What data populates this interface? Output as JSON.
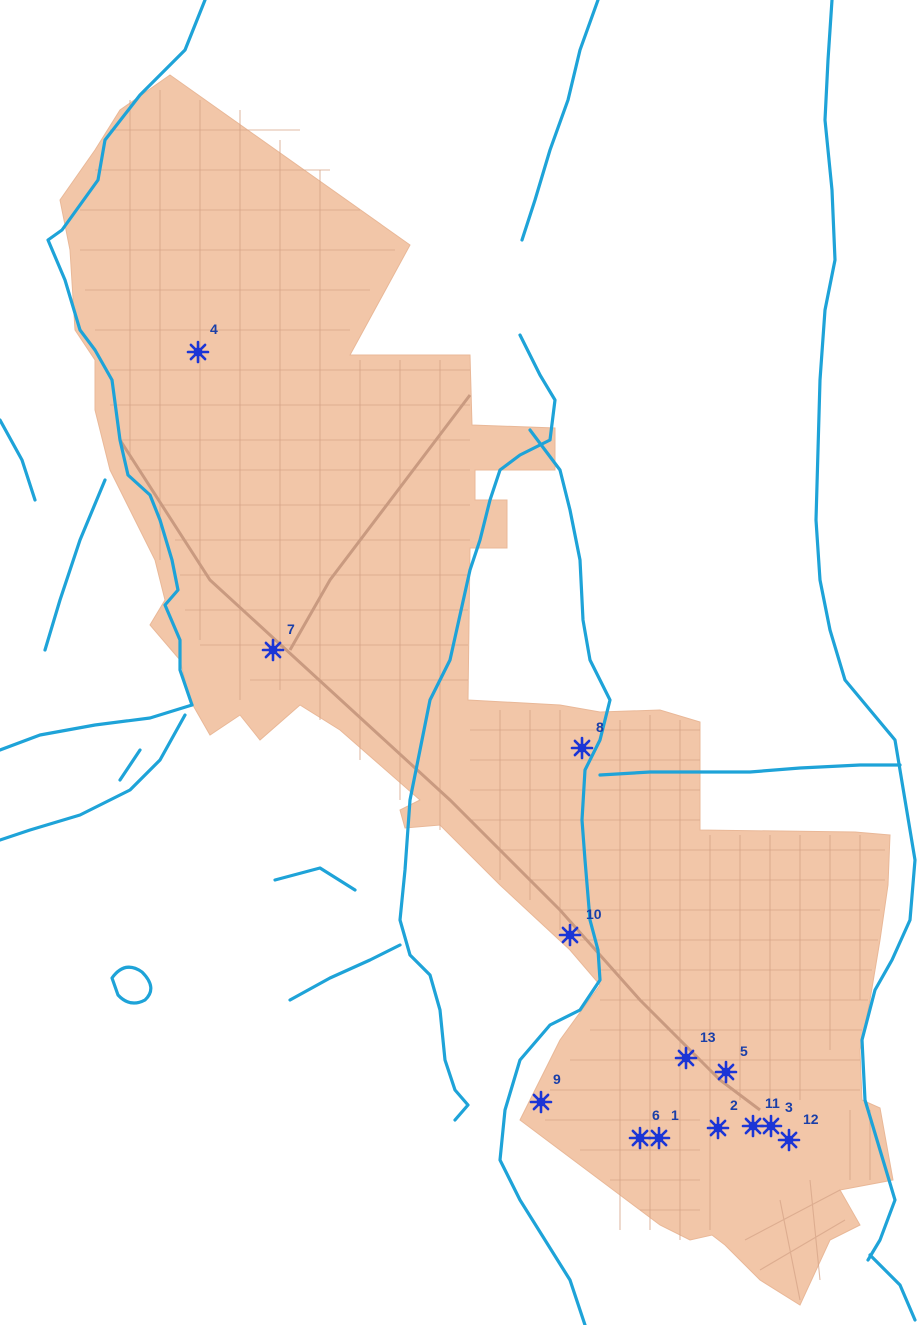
{
  "colors": {
    "city_fill": "#f2c6a8",
    "street": "#d6a488",
    "creek": "#1ea3d8",
    "marker": "#1b35d6",
    "label": "#1a3fa8",
    "background": "#ffffff"
  },
  "markers": [
    {
      "label": "4",
      "icon": "asterisk-marker-icon"
    },
    {
      "label": "7",
      "icon": "asterisk-marker-icon"
    },
    {
      "label": "8",
      "icon": "asterisk-marker-icon"
    },
    {
      "label": "10",
      "icon": "asterisk-marker-icon"
    },
    {
      "label": "13",
      "icon": "asterisk-marker-icon"
    },
    {
      "label": "5",
      "icon": "asterisk-marker-icon"
    },
    {
      "label": "9",
      "icon": "asterisk-marker-icon"
    },
    {
      "label": "6",
      "icon": "asterisk-marker-icon"
    },
    {
      "label": "1",
      "icon": "asterisk-marker-icon"
    },
    {
      "label": "2",
      "icon": "asterisk-marker-icon"
    },
    {
      "label": "11",
      "icon": "asterisk-marker-icon"
    },
    {
      "label": "3",
      "icon": "asterisk-marker-icon"
    },
    {
      "label": "12",
      "icon": "asterisk-marker-icon"
    }
  ]
}
